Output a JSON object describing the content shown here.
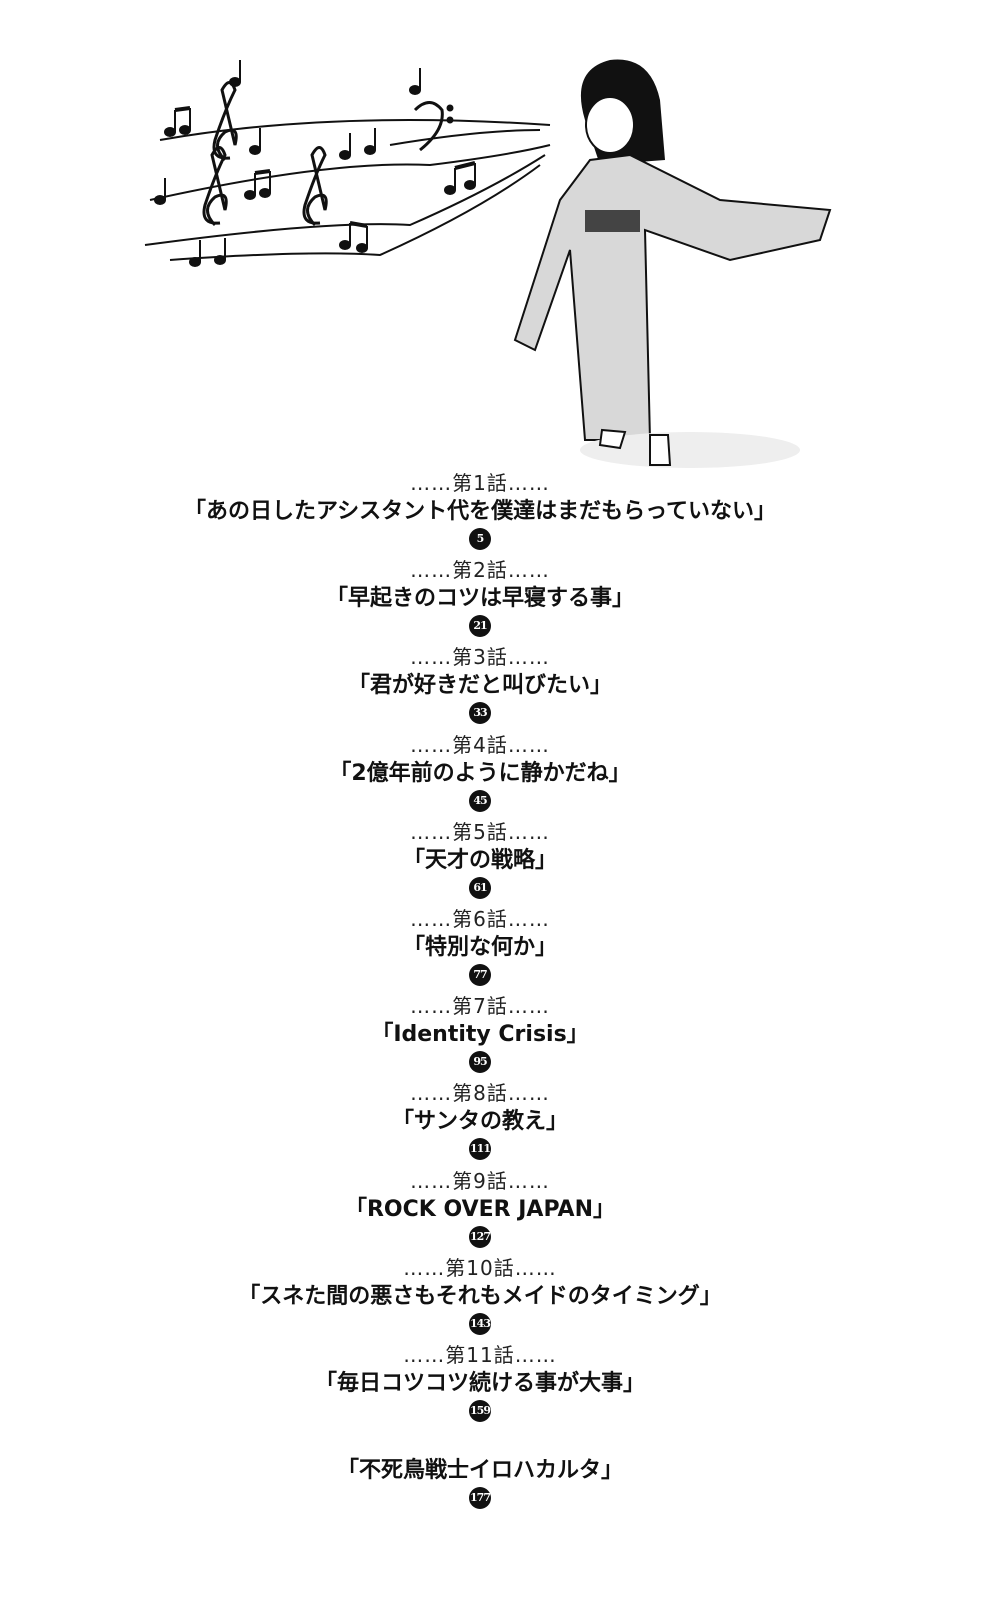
{
  "entries": [
    {
      "label": "……第1話……",
      "title": "「あの日したアシスタント代を僕達はまだもらっていない」",
      "page": "5"
    },
    {
      "label": "……第2話……",
      "title": "「早起きのコツは早寝する事」",
      "page": "21"
    },
    {
      "label": "……第3話……",
      "title": "「君が好きだと叫びたい」",
      "page": "33"
    },
    {
      "label": "……第4話……",
      "title": "「2億年前のように静かだね」",
      "page": "45"
    },
    {
      "label": "……第5話……",
      "title": "「天才の戦略」",
      "page": "61"
    },
    {
      "label": "……第6話……",
      "title": "「特別な何か」",
      "page": "77"
    },
    {
      "label": "……第7話……",
      "title": "「Identity Crisis」",
      "page": "95"
    },
    {
      "label": "……第8話……",
      "title": "「サンタの教え」",
      "page": "111"
    },
    {
      "label": "……第9話……",
      "title": "「ROCK OVER JAPAN」",
      "page": "127"
    },
    {
      "label": "……第10話……",
      "title": "「スネた間の悪さもそれもメイドのタイミング」",
      "page": "143"
    },
    {
      "label": "……第11話……",
      "title": "「毎日コツコツ続ける事が大事」",
      "page": "159"
    }
  ],
  "bonus": {
    "title": "「不死鳥戦士イロハカルタ」",
    "page": "177"
  }
}
